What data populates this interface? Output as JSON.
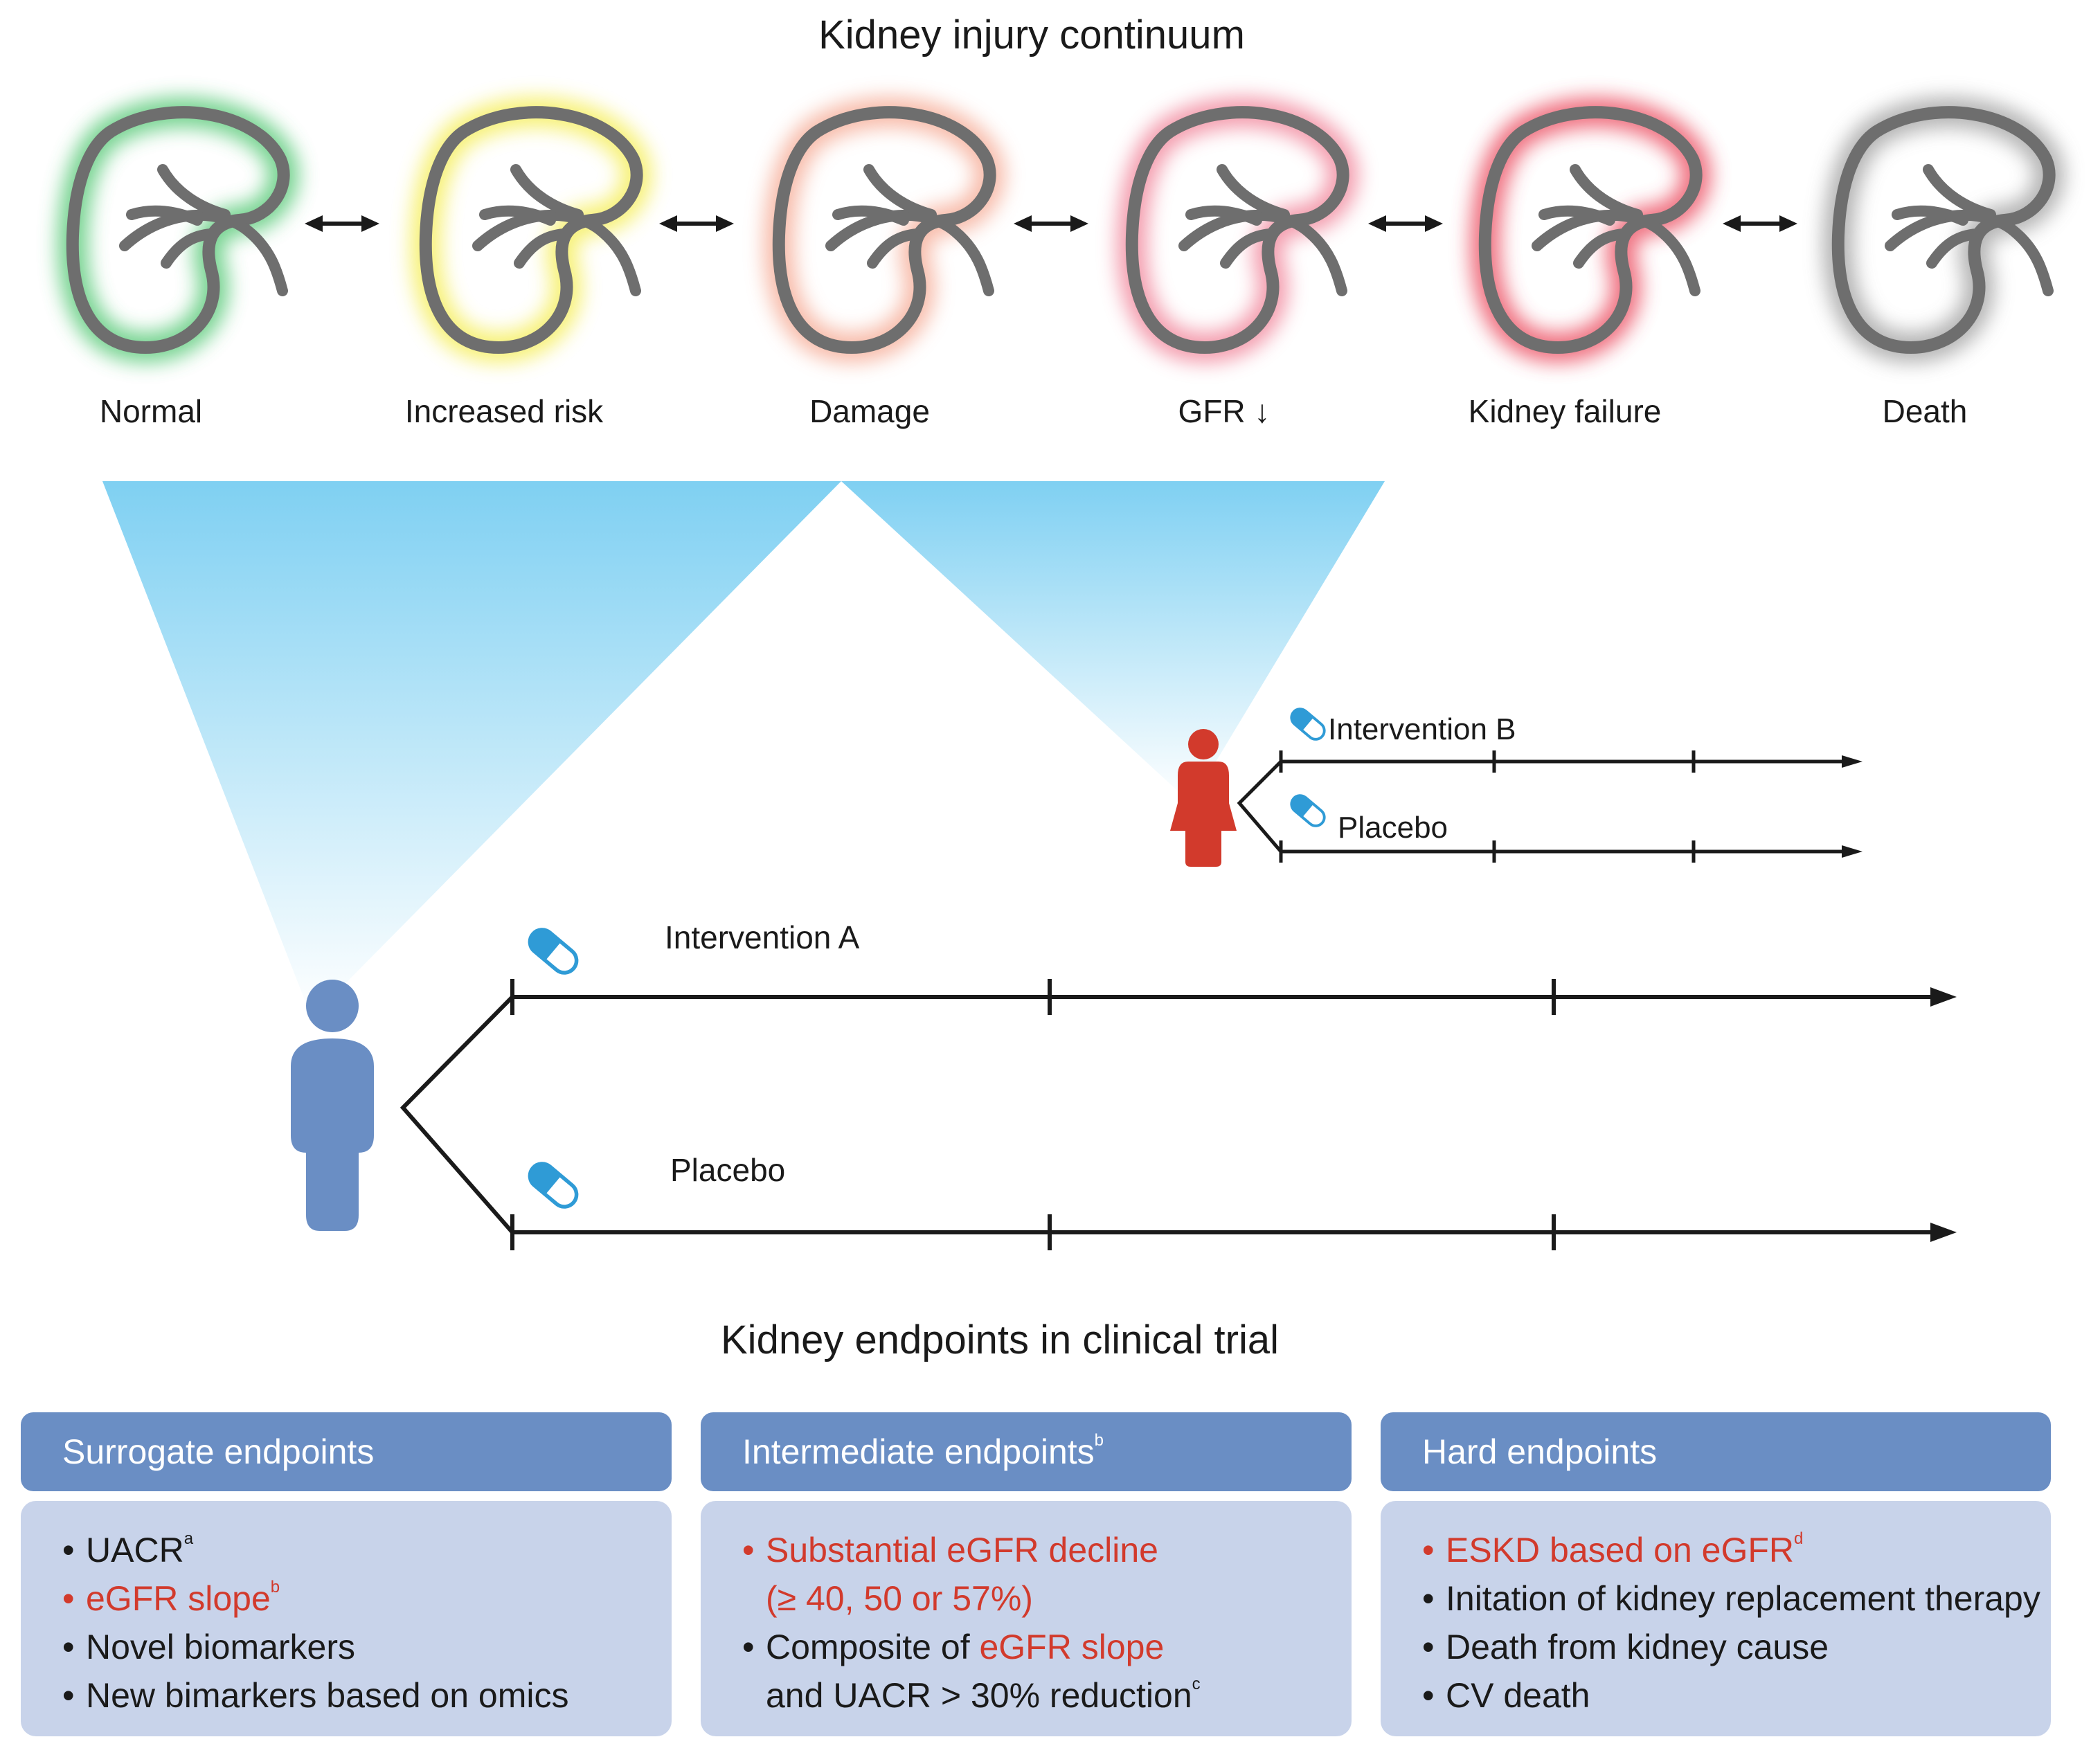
{
  "title": "Kidney injury continuum",
  "stages": [
    {
      "label": "Normal",
      "glow": "#46c46a"
    },
    {
      "label": "Increased risk",
      "glow": "#f4ec4a"
    },
    {
      "label": "Damage",
      "glow": "#f5a58e"
    },
    {
      "label": "GFR ↓",
      "glow": "#f07c93"
    },
    {
      "label": "Kidney failure",
      "glow": "#ea3f55"
    },
    {
      "label": "Death",
      "glow": "#9a9a9a"
    }
  ],
  "arrow_symbol": "↔",
  "trial_b": {
    "arm1_label": "Intervention B",
    "arm2_label": "Placebo"
  },
  "trial_a": {
    "arm1_label": "Intervention A",
    "arm2_label": "Placebo"
  },
  "endpoints_title": "Kidney endpoints in clinical trial",
  "panels": {
    "surrogate": {
      "title": "Surrogate endpoints",
      "items": [
        {
          "text": "UACR",
          "sup": "a"
        },
        {
          "text": "eGFR slope",
          "sup": "b"
        },
        {
          "text": "Novel biomarkers"
        },
        {
          "text": "New bimarkers based on omics"
        }
      ]
    },
    "intermediate": {
      "title": "Intermediate endpoints",
      "title_sup": "b",
      "item1_line1": "Substantial eGFR decline",
      "item1_line2": "(≥ 40, 50 or 57%)",
      "item2_line1_prefix": "Composite of ",
      "item2_line1_highlight": "eGFR slope",
      "item2_line2": "and UACR > 30% reduction",
      "item2_sup": "c"
    },
    "hard": {
      "title": "Hard endpoints",
      "items": [
        {
          "text": "ESKD based on eGFR",
          "sup": "d"
        },
        {
          "text": "Initation of kidney replacement therapy"
        },
        {
          "text": "Death from kidney cause"
        },
        {
          "text": "CV death"
        }
      ]
    }
  },
  "colors": {
    "highlight_red": "#d23a2c",
    "person_blue": "#6a8ec4",
    "person_red": "#d23a2c",
    "pill_blue": "#2f9bd6",
    "panel_header": "#6a8ec4",
    "panel_body": "#c8d3ea",
    "beam_blue": "#7fd0f2",
    "kidney_outline": "#6e6e6e"
  }
}
